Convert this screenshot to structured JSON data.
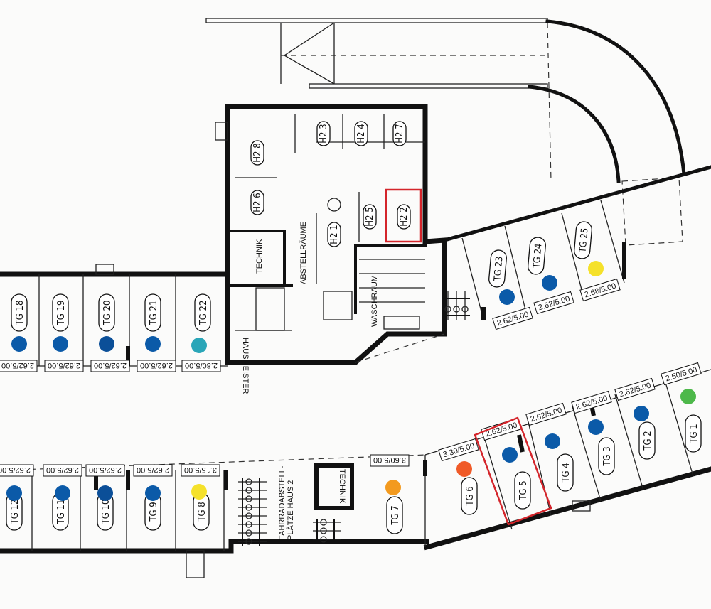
{
  "rooms": {
    "technik_main": "TECHNIK",
    "abstellraeume": "ABSTELLRÄUME",
    "waschraum": "WASCHRAUM",
    "hausmeister": "HAUSMEISTER",
    "technik_small": "TECHNIK",
    "fahrrad_line1": "FAHRRADABSTELL-",
    "fahrrad_line2": "PLÄTZE HAUS 2"
  },
  "storage": [
    "H2 8",
    "H2 3",
    "H2 4",
    "H2 7",
    "H2 6",
    "H2 1",
    "H2 5",
    "H2 2"
  ],
  "highlight_color": "#d4252b",
  "spots": [
    {
      "id": "TG 1",
      "dim": "2.50/5.00",
      "color": "#4db84a"
    },
    {
      "id": "TG 2",
      "dim": "2.62/5.00",
      "color": "#0b5aa8"
    },
    {
      "id": "TG 3",
      "dim": "2.62/5.00",
      "color": "#0b5aa8"
    },
    {
      "id": "TG 4",
      "dim": "2.62/5.00",
      "color": "#0b5aa8"
    },
    {
      "id": "TG 5",
      "dim": "2.62/5.00",
      "color": "#0b5aa8",
      "highlighted": true
    },
    {
      "id": "TG 6",
      "dim": "3.30/5.00",
      "color": "#f05a28"
    },
    {
      "id": "TG 7",
      "dim": "3.60/5.00",
      "color": "#f39a1e"
    },
    {
      "id": "TG 8",
      "dim": "3.15/5.00",
      "color": "#f5e12a"
    },
    {
      "id": "TG 9",
      "dim": "2.62/5.00",
      "color": "#0b5aa8"
    },
    {
      "id": "TG 10",
      "dim": "2.62/5.00",
      "color": "#0b4f98"
    },
    {
      "id": "TG 11",
      "dim": "2.62/5.00",
      "color": "#0b5aa8"
    },
    {
      "id": "TG 12",
      "dim": "2.62/5.00",
      "color": "#0b5aa8"
    },
    {
      "id": "TG 18",
      "dim": "2.62/5.00",
      "color": "#0b5aa8"
    },
    {
      "id": "TG 19",
      "dim": "2.62/5.00",
      "color": "#0b5aa8"
    },
    {
      "id": "TG 20",
      "dim": "2.62/5.00",
      "color": "#0b4f98"
    },
    {
      "id": "TG 21",
      "dim": "2.62/5.00",
      "color": "#0b5aa8"
    },
    {
      "id": "TG 22",
      "dim": "2.80/5.00",
      "color": "#2aa6b8"
    },
    {
      "id": "TG 23",
      "dim": "2.62/5.00",
      "color": "#0b5aa8"
    },
    {
      "id": "TG 24",
      "dim": "2.62/5.00",
      "color": "#0b5aa8"
    },
    {
      "id": "TG 25",
      "dim": "2.68/5.00",
      "color": "#f5e12a"
    }
  ]
}
